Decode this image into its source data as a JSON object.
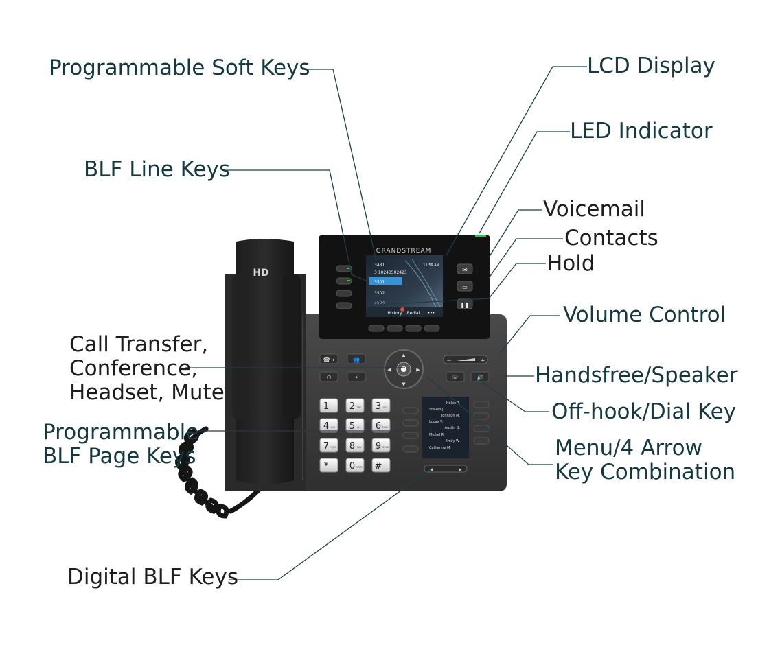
{
  "diagram": {
    "labels": {
      "soft_keys": "Programmable Soft Keys",
      "lcd": "LCD Display",
      "led": "LED Indicator",
      "blf_line": "BLF Line Keys",
      "voicemail": "Voicemail",
      "contacts": "Contacts",
      "hold": "Hold",
      "volume": "Volume Control",
      "call_transfer": [
        "Call Transfer,",
        "Conference,",
        "Headset, Mute"
      ],
      "handsfree": "Handsfree/Speaker",
      "offhook": "Off-hook/Dial Key",
      "blf_page": [
        "Programmable",
        "BLF Page Keys"
      ],
      "menu": [
        "Menu/4 Arrow",
        "Key Combination"
      ],
      "digital_blf": "Digital BLF Keys"
    },
    "phone": {
      "handset_mark": "HD",
      "brand": "GRANDSTREAM",
      "status_time": "11:59 AM",
      "lines": [
        "3481",
        "3 10243502423",
        "3501",
        "3502",
        "3504"
      ],
      "softkeys": [
        "History",
        "Redial",
        "•••"
      ],
      "keypad": [
        {
          "d": "1",
          "s": ""
        },
        {
          "d": "2",
          "s": "ABC"
        },
        {
          "d": "3",
          "s": "DEF"
        },
        {
          "d": "4",
          "s": "GHI"
        },
        {
          "d": "5",
          "s": "JKL"
        },
        {
          "d": "6",
          "s": "MNO"
        },
        {
          "d": "7",
          "s": "PQRS"
        },
        {
          "d": "8",
          "s": "TUV"
        },
        {
          "d": "9",
          "s": "WXYZ"
        },
        {
          "d": "*",
          "s": ""
        },
        {
          "d": "0",
          "s": "OPER"
        },
        {
          "d": "#",
          "s": ""
        }
      ],
      "blf_contacts": [
        "Helen T.",
        "Steven J.",
        "Johnson M.",
        "Lucas V.",
        "Austin B.",
        "Michel R.",
        "Emily W.",
        "Catherine M."
      ]
    }
  }
}
